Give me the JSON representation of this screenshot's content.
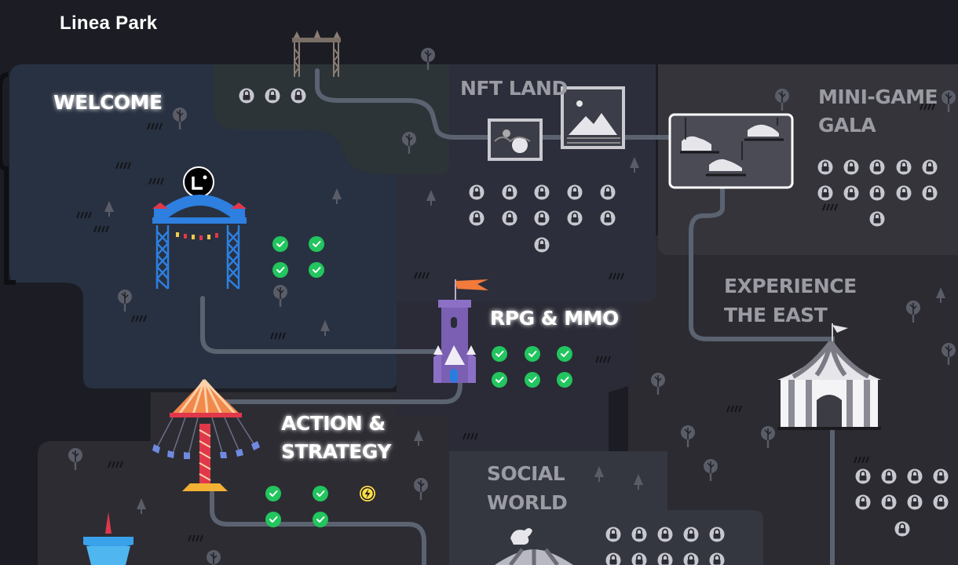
{
  "app": {
    "title": "Linea Park"
  },
  "zones": {
    "welcome": {
      "label": "WELCOME"
    },
    "nft_land": {
      "label": "NFT LAND"
    },
    "mini_game_gala": {
      "line1": "MINI-GAME",
      "line2": "GALA"
    },
    "experience_the_east": {
      "line1": "EXPERIENCE",
      "line2": "THE EAST"
    },
    "rpg_mmo": {
      "label": "RPG & MMO"
    },
    "action_strategy": {
      "line1": "ACTION &",
      "line2": "STRATEGY"
    },
    "social_world": {
      "line1": "SOCIAL",
      "line2": "WORLD"
    }
  },
  "quests": {
    "top_strip": [
      "locked",
      "locked",
      "locked"
    ],
    "welcome": [
      "completed",
      "completed",
      "completed",
      "completed"
    ],
    "nft_land": [
      "locked",
      "locked",
      "locked",
      "locked",
      "locked",
      "locked",
      "locked",
      "locked",
      "locked",
      "locked",
      "locked"
    ],
    "mini_game_gala": [
      "locked",
      "locked",
      "locked",
      "locked",
      "locked",
      "locked",
      "locked",
      "locked",
      "locked",
      "locked",
      "locked"
    ],
    "rpg_mmo": [
      "completed",
      "completed",
      "completed",
      "completed",
      "completed",
      "completed"
    ],
    "action_strategy": [
      "completed",
      "completed",
      "active",
      "completed",
      "completed"
    ],
    "experience_the_east": [
      "locked",
      "locked",
      "locked",
      "locked",
      "locked",
      "locked",
      "locked",
      "locked",
      "locked"
    ],
    "social_world": [
      "locked",
      "locked",
      "locked",
      "locked",
      "locked",
      "locked",
      "locked",
      "locked",
      "locked",
      "locked"
    ]
  },
  "icons": {
    "locked": "lock-icon",
    "completed": "check-icon",
    "active": "lightning-icon"
  },
  "colors": {
    "background": "#1c1d24",
    "completed": "#22c55e",
    "active": "#fde047",
    "locked": "#c7c8cf",
    "path": "#5b6270",
    "highlight": "#ffffff"
  }
}
